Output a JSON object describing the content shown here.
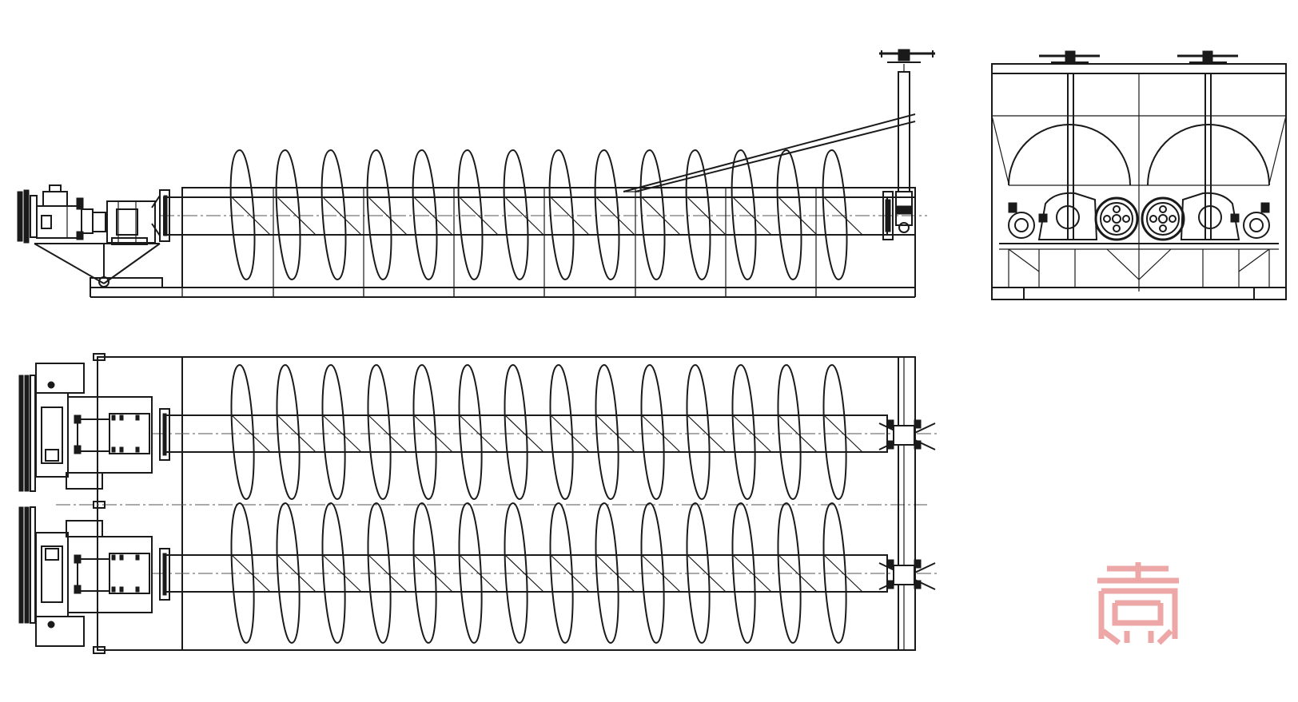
{
  "drawing": {
    "views": [
      {
        "id": "side-elevation"
      },
      {
        "id": "end-elevation"
      },
      {
        "id": "plan-view"
      }
    ],
    "flight_count": 14,
    "colors": {
      "line": "#1a1a1a",
      "centerline": "#555555",
      "watermark": "#e98a8a"
    },
    "icons": [
      "handwheel-icon",
      "motor-icon",
      "gearbox-icon",
      "watermark-logo"
    ]
  }
}
